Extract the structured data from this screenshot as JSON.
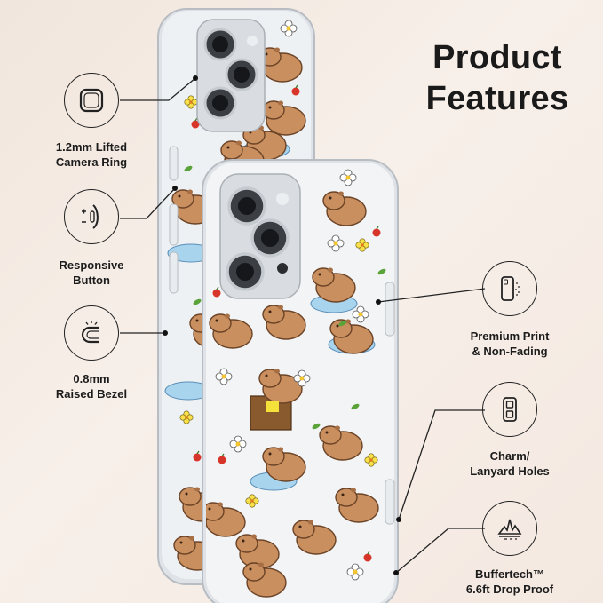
{
  "title": {
    "line1": "Product",
    "line2": "Features"
  },
  "features_left": [
    {
      "line1": "1.2mm Lifted",
      "line2": "Camera Ring",
      "icon": "camera-ring-icon"
    },
    {
      "line1": "Responsive",
      "line2": "Button",
      "icon": "button-icon"
    },
    {
      "line1": "0.8mm",
      "line2": "Raised Bezel",
      "icon": "bezel-icon"
    }
  ],
  "features_right": [
    {
      "line1": "Premium Print",
      "line2": "& Non-Fading",
      "icon": "print-icon"
    },
    {
      "line1": "Charm/",
      "line2": "Lanyard Holes",
      "icon": "lanyard-hole-icon"
    },
    {
      "line1": "Buffertech™",
      "line2": "6.6ft Drop Proof",
      "icon": "drop-proof-icon"
    }
  ],
  "colors": {
    "text": "#1a1a1a",
    "capybara": "#c98f5f",
    "water": "#a9d4ee",
    "case_edge": "#d8dde2"
  }
}
